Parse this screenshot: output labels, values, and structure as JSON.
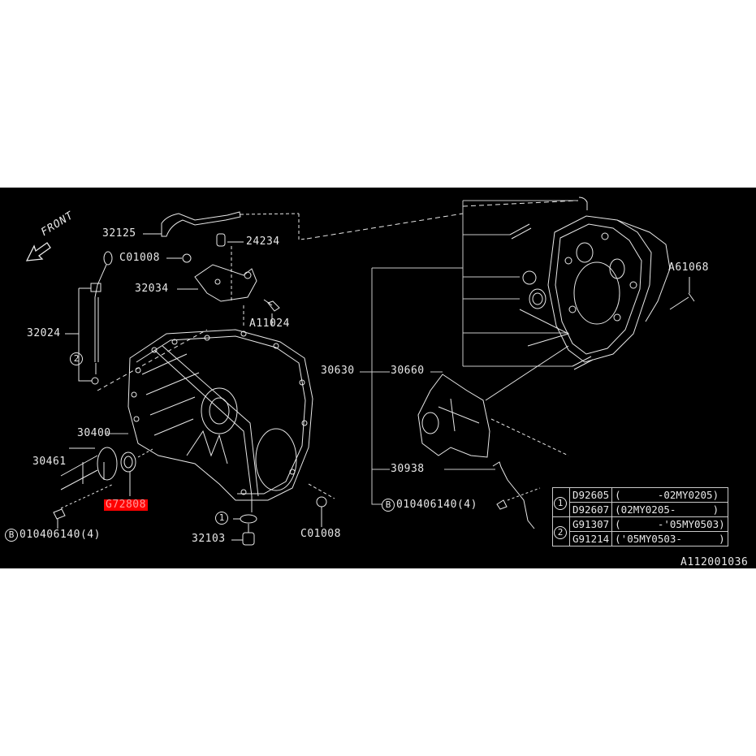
{
  "diagram": {
    "title": "Transmission Case Exploded Parts Diagram",
    "direction_label": "FRONT",
    "drawing_code": "A112001036",
    "highlight_color": "#ff0000",
    "background_color": "#000000",
    "line_color": "#e8e8e8",
    "parts": [
      {
        "id": "p32125",
        "number": "32125"
      },
      {
        "id": "p24234",
        "number": "24234"
      },
      {
        "id": "pC01008a",
        "number": "C01008"
      },
      {
        "id": "p32034",
        "number": "32034"
      },
      {
        "id": "p32024",
        "number": "32024"
      },
      {
        "id": "pA11024",
        "number": "A11024"
      },
      {
        "id": "p30400",
        "number": "30400"
      },
      {
        "id": "p30461",
        "number": "30461"
      },
      {
        "id": "pG72808",
        "number": "G72808",
        "highlighted": true
      },
      {
        "id": "pB1",
        "prefix": "B",
        "number": "010406140",
        "qty": "(4)"
      },
      {
        "id": "p1",
        "ref": "1"
      },
      {
        "id": "p32103",
        "number": "32103"
      },
      {
        "id": "pC01008b",
        "number": "C01008"
      },
      {
        "id": "pA61068",
        "number": "A61068"
      },
      {
        "id": "p30630",
        "number": "30630"
      },
      {
        "id": "p30660",
        "number": "30660"
      },
      {
        "id": "p30938",
        "number": "30938"
      },
      {
        "id": "pB2",
        "prefix": "B",
        "number": "010406140",
        "qty": "(4)"
      },
      {
        "id": "p2",
        "ref": "2"
      }
    ],
    "reference_table": {
      "rows": [
        {
          "group": "1",
          "part": "D92605",
          "range": "(      -02MY0205)"
        },
        {
          "group": "",
          "part": "D92607",
          "range": "(02MY0205-      )"
        },
        {
          "group": "2",
          "part": "G91307",
          "range": "(      -'05MY0503)"
        },
        {
          "group": "",
          "part": "G91214",
          "range": "('05MY0503-      )"
        }
      ]
    }
  }
}
